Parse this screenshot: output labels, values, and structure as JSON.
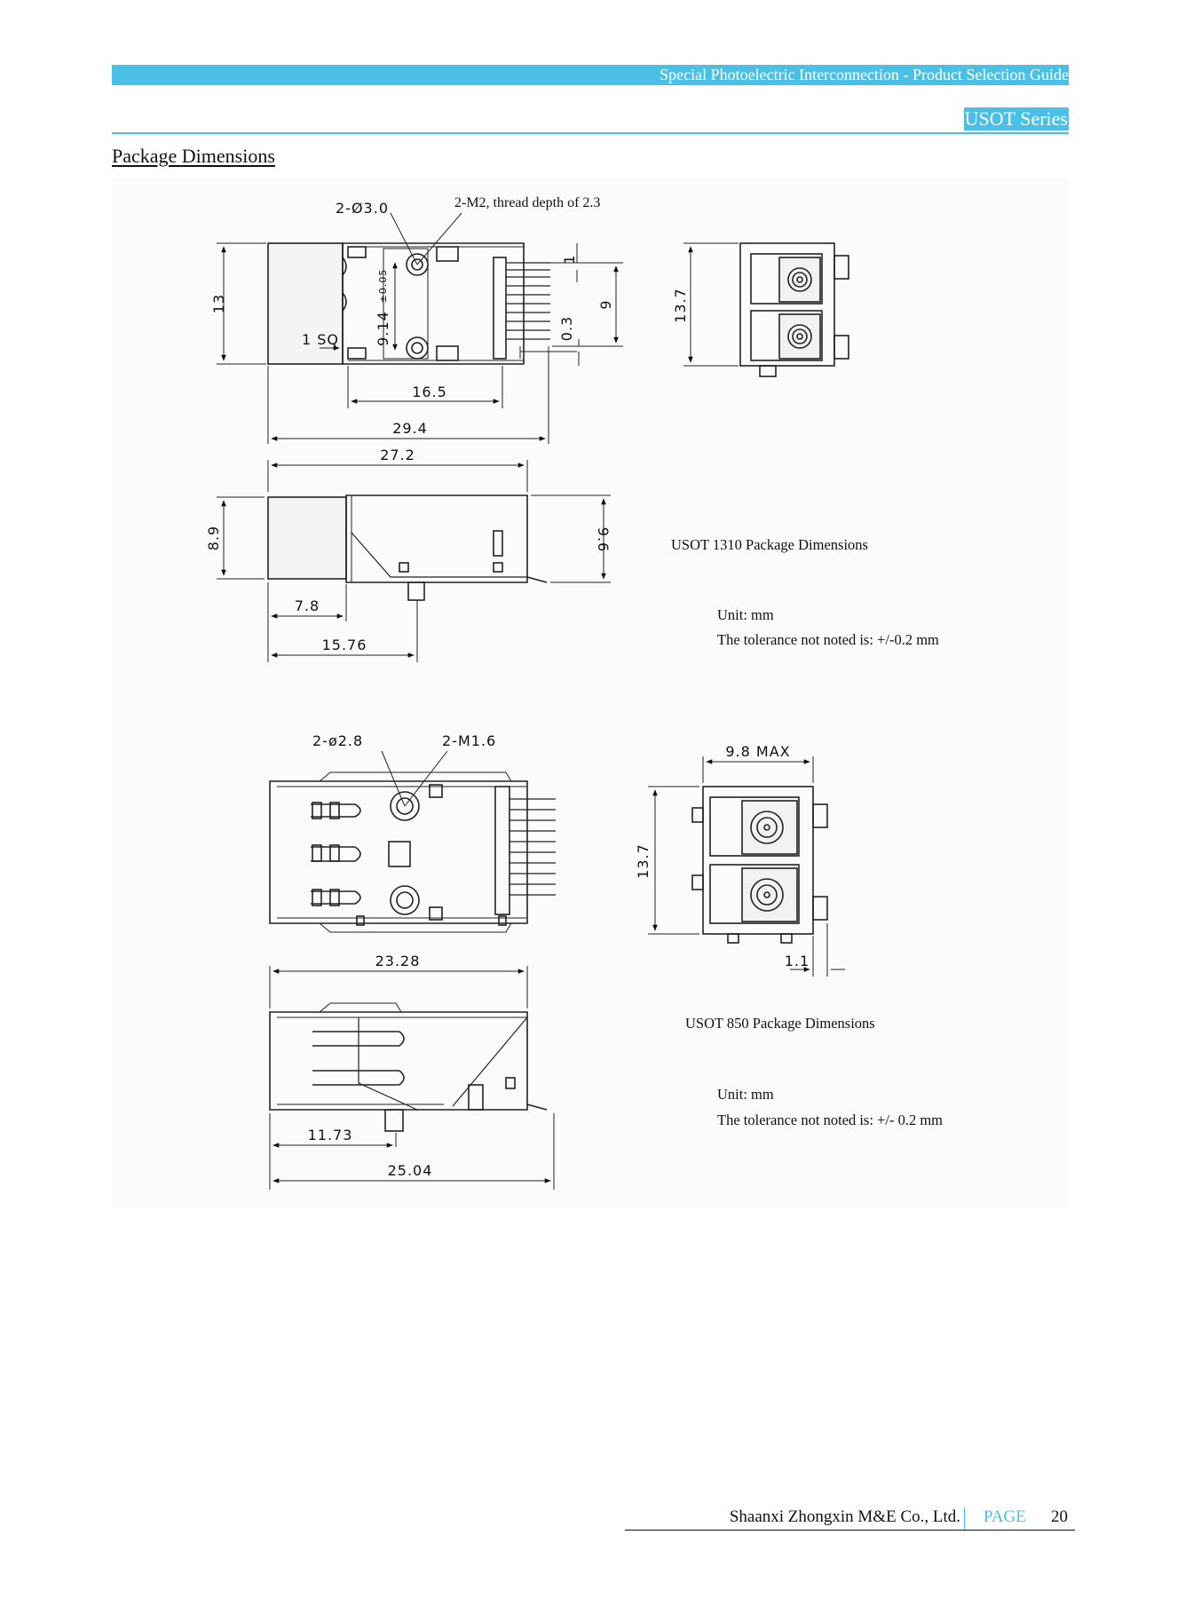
{
  "header": {
    "title": "Special Photoelectric Interconnection - Product Selection Guide",
    "series": "USOT Series",
    "accent_color": "#4ac0e6"
  },
  "section_title": "Package Dimensions",
  "usot1310": {
    "caption": "USOT 1310  Package Dimensions",
    "unit": "Unit: mm",
    "tolerance": "The tolerance not noted is:  +/-0.2 mm",
    "callouts": {
      "holes": "2-Ø3.0",
      "thread": "2-M2, thread depth of 2.3"
    },
    "dims": {
      "d13": "13",
      "d1sq": "1 SQ",
      "d914": "9.14",
      "d914tol": "±0.05",
      "d1": "1",
      "d03": "0.3",
      "d9": "9",
      "d137": "13.7",
      "d165": "16.5",
      "d294": "29.4",
      "d272": "27.2",
      "d89": "8.9",
      "d96": "9.6",
      "d78": "7.8",
      "d1576": "15.76"
    }
  },
  "usot850": {
    "caption": "USOT 850  Package Dimensions",
    "unit": "Unit: mm",
    "tolerance": "The tolerance not noted is:  +/- 0.2 mm",
    "callouts": {
      "holes": "2-ø2.8",
      "thread": "2-M1.6"
    },
    "dims": {
      "d98max": "9.8 MAX",
      "d137": "13.7",
      "d11": "1.1",
      "d2328": "23.28",
      "d1173": "11.73",
      "d2504": "25.04"
    }
  },
  "footer": {
    "company": "Shaanxi Zhongxin M&E Co., Ltd.",
    "page_label": "PAGE",
    "page_number": "20"
  }
}
